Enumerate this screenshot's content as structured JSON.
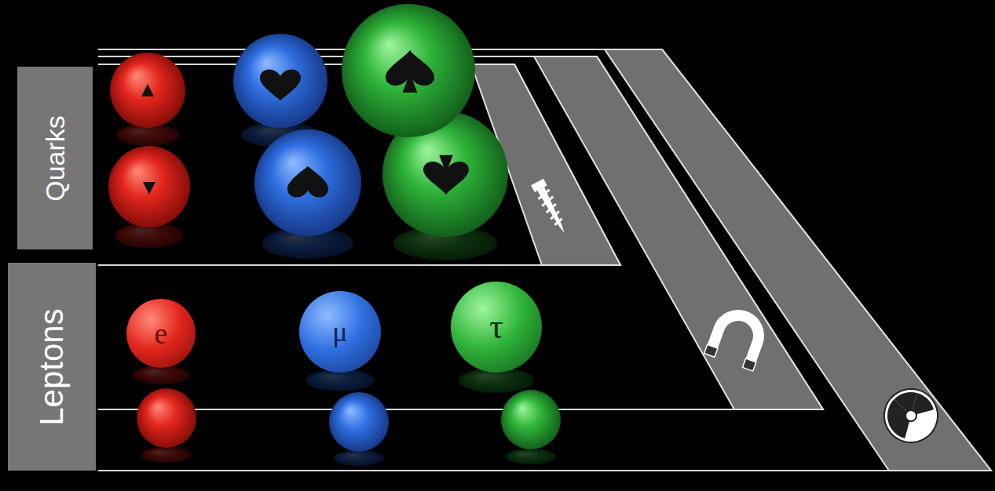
{
  "diagram": {
    "nodes": [
      {
        "text": [
          "Quarks"
        ]
      },
      {
        "text": [
          "Leptons"
        ]
      },
      {
        "text": [
          "e"
        ]
      },
      {
        "text": [
          "μ"
        ]
      },
      {
        "text": [
          "τ"
        ]
      }
    ]
  }
}
